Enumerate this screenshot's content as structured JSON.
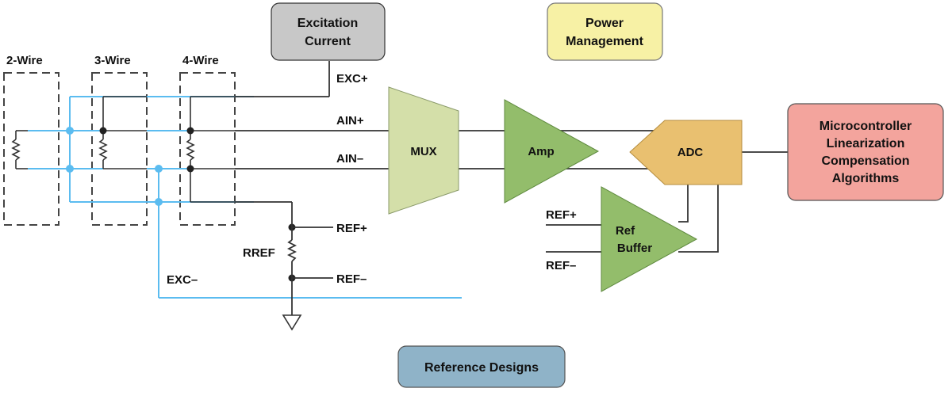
{
  "boxes": {
    "excitation": {
      "line1": "Excitation",
      "line2": "Current",
      "fill": "#c8c8c8"
    },
    "power": {
      "line1": "Power",
      "line2": "Management",
      "fill": "#f7f1a5"
    },
    "micro": {
      "line1": "Microcontroller",
      "line2": "Linearization",
      "line3": "Compensation",
      "line4": "Algorithms",
      "fill": "#f3a49d"
    },
    "reference": {
      "label": "Reference Designs",
      "fill": "#8fb3c8"
    }
  },
  "wire_configs": {
    "two": "2-Wire",
    "three": "3-Wire",
    "four": "4-Wire"
  },
  "signals": {
    "exc_plus": "EXC+",
    "ain_plus": "AIN+",
    "ain_minus": "AIN–",
    "ref_plus": "REF+",
    "ref_minus": "REF–",
    "exc_minus": "EXC–",
    "rref": "RREF",
    "buf_ref_plus": "REF+",
    "buf_ref_minus": "REF–"
  },
  "blocks": {
    "mux": {
      "label": "MUX",
      "fill": "#d4dfa9"
    },
    "amp": {
      "label": "Amp",
      "fill": "#93bd6b"
    },
    "adc": {
      "label": "ADC",
      "fill": "#e9c070"
    },
    "ref_buffer": {
      "line1": "Ref",
      "line2": "Buffer",
      "fill": "#93bd6b"
    }
  },
  "colors": {
    "wire_blue": "#5bbcf0",
    "wire_black": "#333333"
  }
}
